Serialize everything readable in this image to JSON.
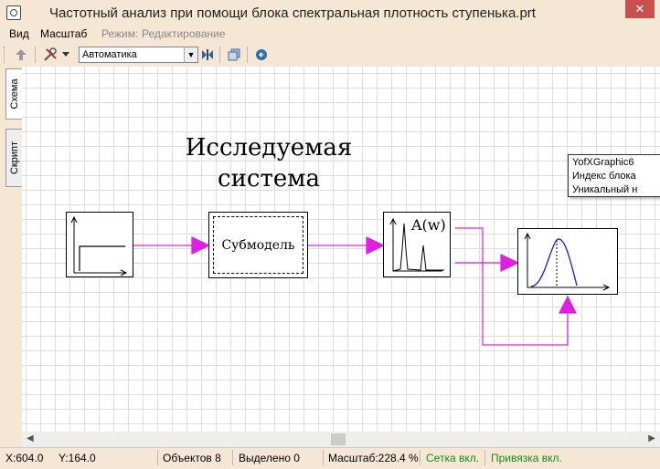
{
  "window": {
    "title": "Частотный анализ при помощи блока спектральная плотность ступенька.prt",
    "close_glyph": "✕"
  },
  "menu": {
    "items": [
      "Вид",
      "Масштаб"
    ],
    "mode_label": "Режим:",
    "mode_value": "Редактирование"
  },
  "toolbar": {
    "solver_combo": "Автоматика"
  },
  "left_tabs": [
    "Схема",
    "Скрипт"
  ],
  "diagram": {
    "title_line1": "Исследуемая",
    "title_line2": "система",
    "submodel_label": "Субмодель",
    "spectrum_label": "A(w)",
    "link_color": "#e020e0"
  },
  "tooltip": {
    "lines": [
      "YofXGraphic6",
      "Индекс блока",
      "Уникальный н"
    ]
  },
  "status": {
    "x": "X:604.0",
    "y": "Y:164.0",
    "objects": "Объектов 8",
    "selected": "Выделено 0",
    "scale": "Масштаб:228.4 %",
    "grid": "Сетка вкл.",
    "snap": "Привязка вкл."
  }
}
